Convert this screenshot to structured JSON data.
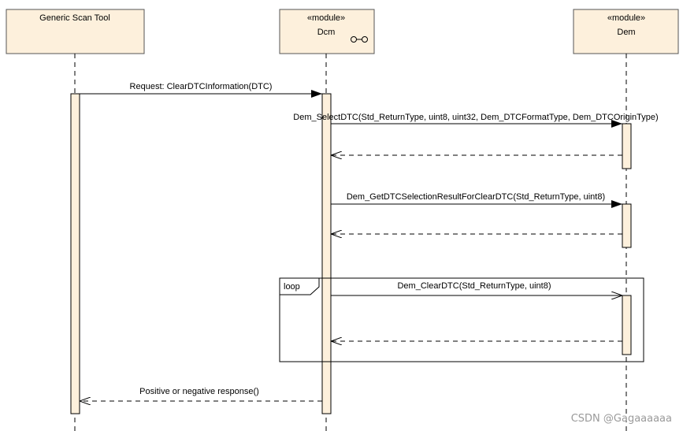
{
  "participants": [
    {
      "stereotype": "",
      "name": "Generic Scan Tool"
    },
    {
      "stereotype": "«module»",
      "name": "Dcm"
    },
    {
      "stereotype": "«module»",
      "name": "Dem"
    }
  ],
  "messages": [
    {
      "label": "Request: ClearDTCInformation(DTC)"
    },
    {
      "label": "Dem_SelectDTC(Std_ReturnType, uint8, uint32, Dem_DTCFormatType, Dem_DTCOriginType)"
    },
    {
      "label": "Dem_GetDTCSelectionResultForClearDTC(Std_ReturnType, uint8)"
    },
    {
      "label": "Dem_ClearDTC(Std_ReturnType, uint8)"
    },
    {
      "label": "Positive or negative response()"
    }
  ],
  "fragment": {
    "keyword": "loop"
  },
  "watermark": "CSDN @Gagaaaaaa",
  "colors": {
    "box_fill": "#fdf0dc",
    "line": "#000000"
  }
}
